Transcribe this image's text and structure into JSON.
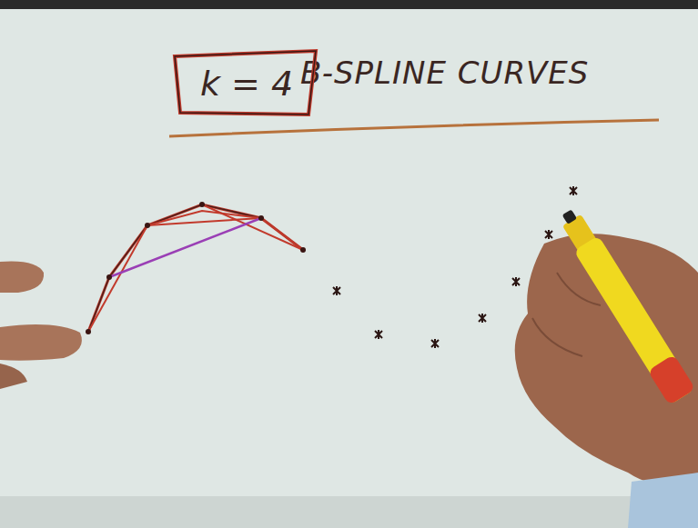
{
  "diagram": {
    "title": "B-SPLINE CURVES",
    "nodes": [
      {
        "text": [
          "k = 4"
        ]
      }
    ],
    "labels": [
      ","
    ]
  }
}
